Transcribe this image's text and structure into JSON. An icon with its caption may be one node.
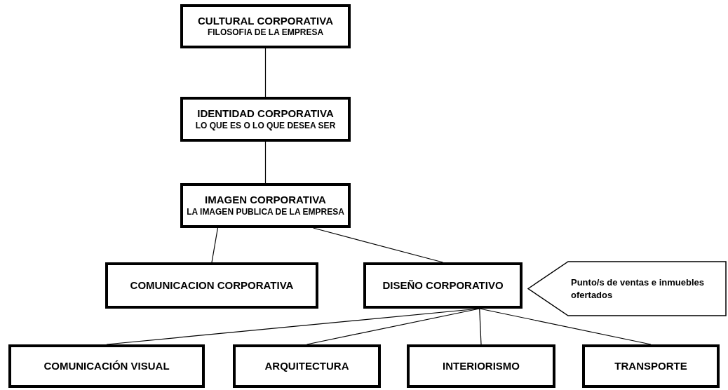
{
  "diagram": {
    "nodes": [
      {
        "text": [
          "CULTURAL CORPORATIVA",
          "FILOSOFIA DE LA EMPRESA"
        ]
      },
      {
        "text": [
          "IDENTIDAD CORPORATIVA",
          "LO QUE ES O LO QUE DESEA SER"
        ]
      },
      {
        "text": [
          "IMAGEN CORPORATIVA",
          "LA IMAGEN PUBLICA DE LA EMPRESA"
        ]
      },
      {
        "text": [
          "COMUNICACION CORPORATIVA"
        ]
      },
      {
        "text": [
          "DISEÑO CORPORATIVO"
        ]
      },
      {
        "text": [
          "Punto/s de ventas e inmuebles ofertados"
        ]
      },
      {
        "text": [
          "COMUNICACIÓN VISUAL"
        ]
      },
      {
        "text": [
          "ARQUITECTURA"
        ]
      },
      {
        "text": [
          "INTERIORISMO"
        ]
      },
      {
        "text": [
          "TRANSPORTE"
        ]
      }
    ],
    "edges": [
      {
        "from": 0,
        "to": 1,
        "arrow": "none"
      },
      {
        "from": 1,
        "to": 2,
        "arrow": "none"
      },
      {
        "from": 2,
        "to": 3,
        "arrow": "none"
      },
      {
        "from": 2,
        "to": 4,
        "arrow": "none"
      },
      {
        "from": 4,
        "to": 6,
        "arrow": "none"
      },
      {
        "from": 4,
        "to": 7,
        "arrow": "none"
      },
      {
        "from": 4,
        "to": 8,
        "arrow": "none"
      },
      {
        "from": 4,
        "to": 9,
        "arrow": "none"
      }
    ]
  }
}
